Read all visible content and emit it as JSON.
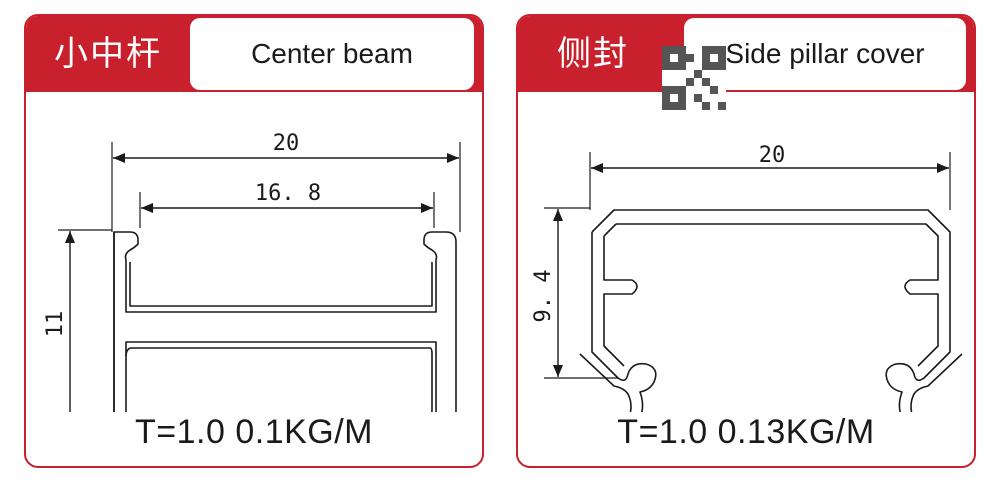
{
  "panels": [
    {
      "title_cn": "小中杆",
      "title_en": "Center beam",
      "dimensions": {
        "outer_width": "20",
        "inner_width": "16. 8",
        "height": "11"
      },
      "spec": "T=1.0   0.1KG/M"
    },
    {
      "title_cn": "侧封",
      "title_en": "Side pillar cover",
      "dimensions": {
        "outer_width": "20",
        "height": "9. 4"
      },
      "spec": "T=1.0   0.13KG/M"
    }
  ],
  "colors": {
    "accent": "#c8202d",
    "line": "#1a1a1a"
  }
}
